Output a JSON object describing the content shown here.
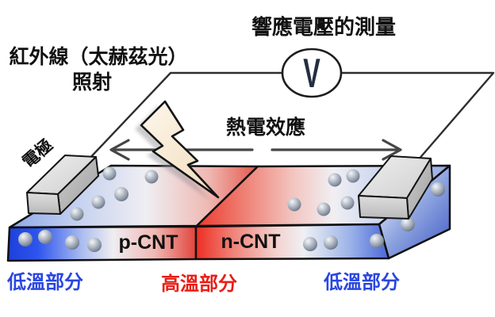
{
  "diagram": {
    "measurement_label": "響應電壓的測量",
    "irradiation_label": {
      "line1": "紅外線（太赫茲光）",
      "line2": "照射"
    },
    "thermoelectric_effect_label": "熱電效應",
    "electrode_label": "電極",
    "voltmeter": {
      "symbol": "V"
    },
    "slab": {
      "p_label": "p-CNT",
      "n_label": "n-CNT"
    },
    "temperature_labels": {
      "left_cold": "低溫部分",
      "center_hot": "高溫部分",
      "right_cold": "低溫部分"
    },
    "colors": {
      "cold_text": "#2946e0",
      "hot_text": "#e81f17",
      "cold_region": "#1d40da",
      "hot_region": "#ee2d22",
      "bolt_fill": "#f6e8d2",
      "wire": "#2e2e2e",
      "label_ink": "#111111",
      "voltmeter_ink": "#232e40"
    }
  }
}
